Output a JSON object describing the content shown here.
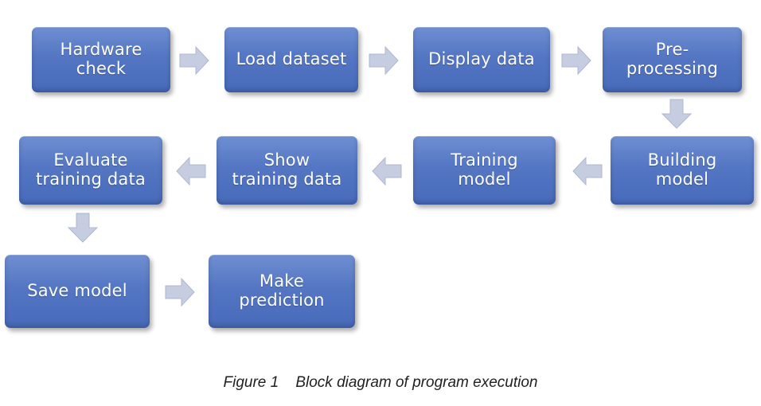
{
  "diagram": {
    "boxes": [
      {
        "id": "hardware-check",
        "label": "Hardware\ncheck"
      },
      {
        "id": "load-dataset",
        "label": "Load dataset"
      },
      {
        "id": "display-data",
        "label": "Display data"
      },
      {
        "id": "pre-processing",
        "label": "Pre-\nprocessing"
      },
      {
        "id": "building-model",
        "label": "Building\nmodel"
      },
      {
        "id": "training-model",
        "label": "Training\nmodel"
      },
      {
        "id": "show-training-data",
        "label": "Show\ntraining data"
      },
      {
        "id": "evaluate-training-data",
        "label": "Evaluate\ntraining data"
      },
      {
        "id": "save-model",
        "label": "Save model"
      },
      {
        "id": "make-prediction",
        "label": "Make\nprediction"
      }
    ],
    "arrows": [
      {
        "from": "hardware-check",
        "to": "load-dataset",
        "direction": "right"
      },
      {
        "from": "load-dataset",
        "to": "display-data",
        "direction": "right"
      },
      {
        "from": "display-data",
        "to": "pre-processing",
        "direction": "right"
      },
      {
        "from": "pre-processing",
        "to": "building-model",
        "direction": "down"
      },
      {
        "from": "building-model",
        "to": "training-model",
        "direction": "left"
      },
      {
        "from": "training-model",
        "to": "show-training-data",
        "direction": "left"
      },
      {
        "from": "show-training-data",
        "to": "evaluate-training-data",
        "direction": "left"
      },
      {
        "from": "evaluate-training-data",
        "to": "save-model",
        "direction": "down"
      },
      {
        "from": "save-model",
        "to": "make-prediction",
        "direction": "right"
      }
    ],
    "colors": {
      "box_fill": "#5476c3",
      "box_text": "#ffffff",
      "arrow_fill": "#c6cde0"
    }
  },
  "caption": {
    "text": "Figure 1    Block diagram of program execution"
  }
}
